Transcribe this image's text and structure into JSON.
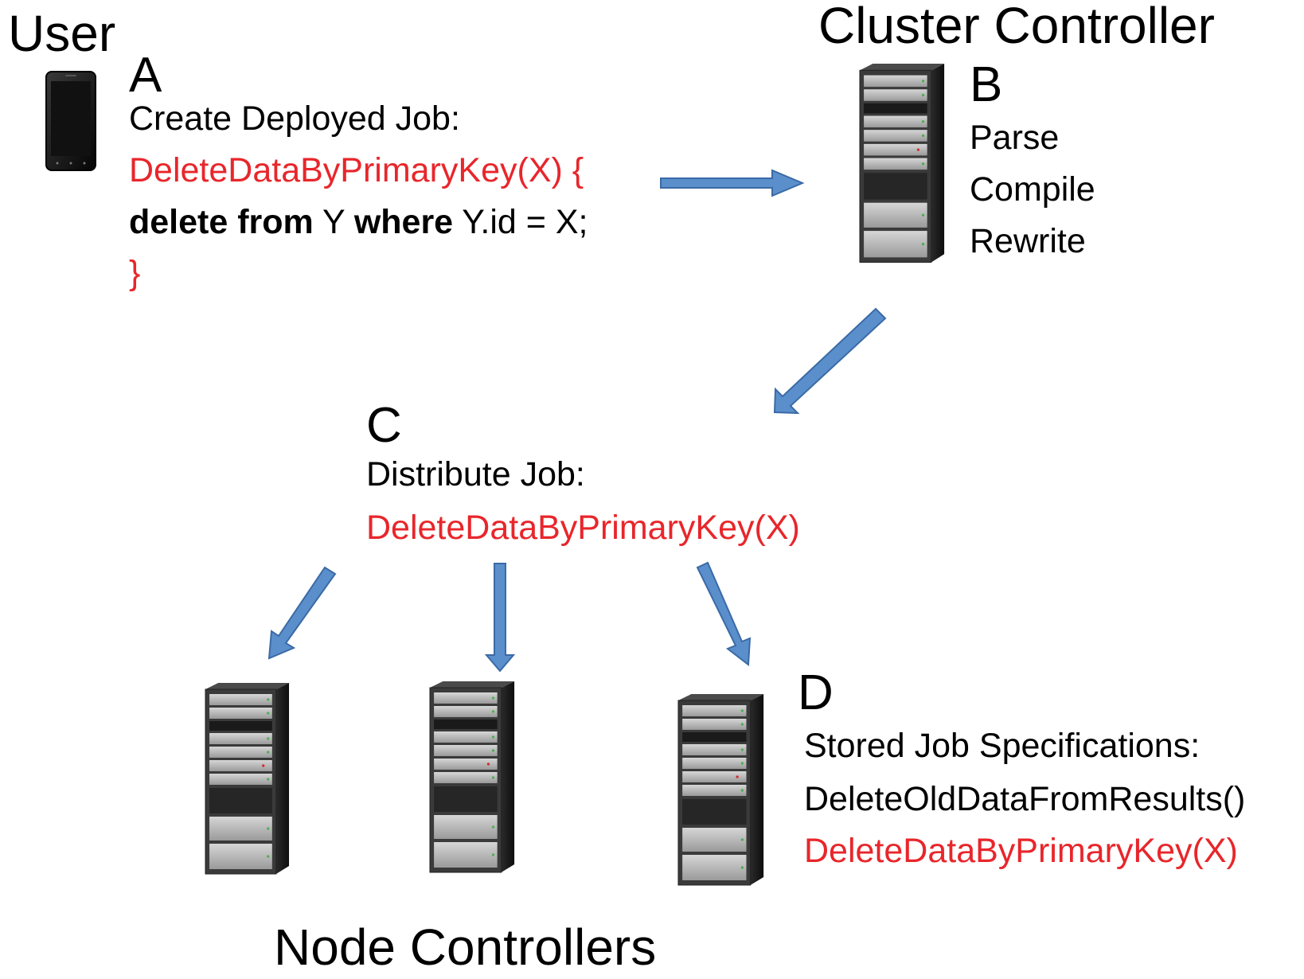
{
  "user": {
    "label": "User"
  },
  "cluster": {
    "label": "Cluster Controller"
  },
  "nodes": {
    "label": "Node Controllers"
  },
  "step_a": {
    "letter": "A",
    "heading": "Create Deployed Job:",
    "signature": "DeleteDataByPrimaryKey(X) {",
    "kw_delete_from": "delete from",
    "table": " Y ",
    "kw_where": "where",
    "condition": " Y.id = X;",
    "closing": "}"
  },
  "step_b": {
    "letter": "B",
    "actions": [
      "Parse",
      "Compile",
      "Rewrite"
    ]
  },
  "step_c": {
    "letter": "C",
    "heading": "Distribute Job:",
    "job": "DeleteDataByPrimaryKey(X)"
  },
  "step_d": {
    "letter": "D",
    "heading": "Stored Job Specifications:",
    "jobs": [
      "DeleteOldDataFromResults()",
      "DeleteDataByPrimaryKey(X)"
    ]
  },
  "colors": {
    "highlight": "#e8262b",
    "arrow_fill": "#5b8fcc",
    "arrow_stroke": "#3a6aa6"
  },
  "icons": {
    "user_device": "smartphone-icon",
    "server": "server-rack-icon"
  }
}
